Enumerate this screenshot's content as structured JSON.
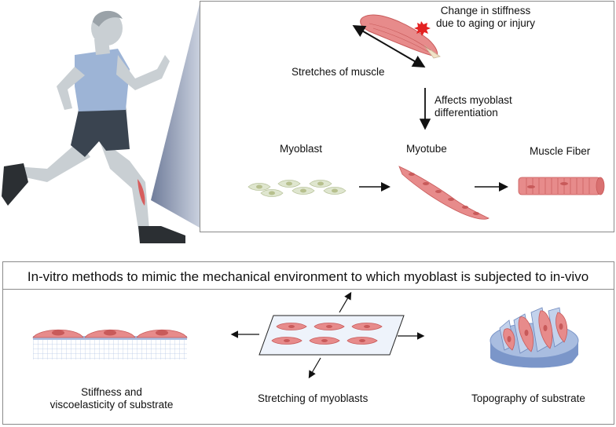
{
  "top": {
    "stiffness_line1": "Change in stiffness",
    "stiffness_line2": "due to aging or injury",
    "stretches_label": "Stretches of muscle",
    "affects_line1": "Affects myoblast",
    "affects_line2": "differentiation",
    "myoblast_label": "Myoblast",
    "myotube_label": "Myotube",
    "fiber_label": "Muscle Fiber"
  },
  "bottom": {
    "title": "In-vitro methods to mimic the mechanical environment to which myoblast is subjected to in-vivo",
    "stiffness_line1": "Stiffness and",
    "stiffness_line2": "viscoelasticity of substrate",
    "stretching_label": "Stretching of myoblasts",
    "topography_label": "Topography of substrate"
  },
  "colors": {
    "muscle": "#e78b8b",
    "muscle_dark": "#c85a5a",
    "myoblast": "#dfe6cf",
    "substrate": "#8ea8d6",
    "border": "#8a8a8a"
  }
}
